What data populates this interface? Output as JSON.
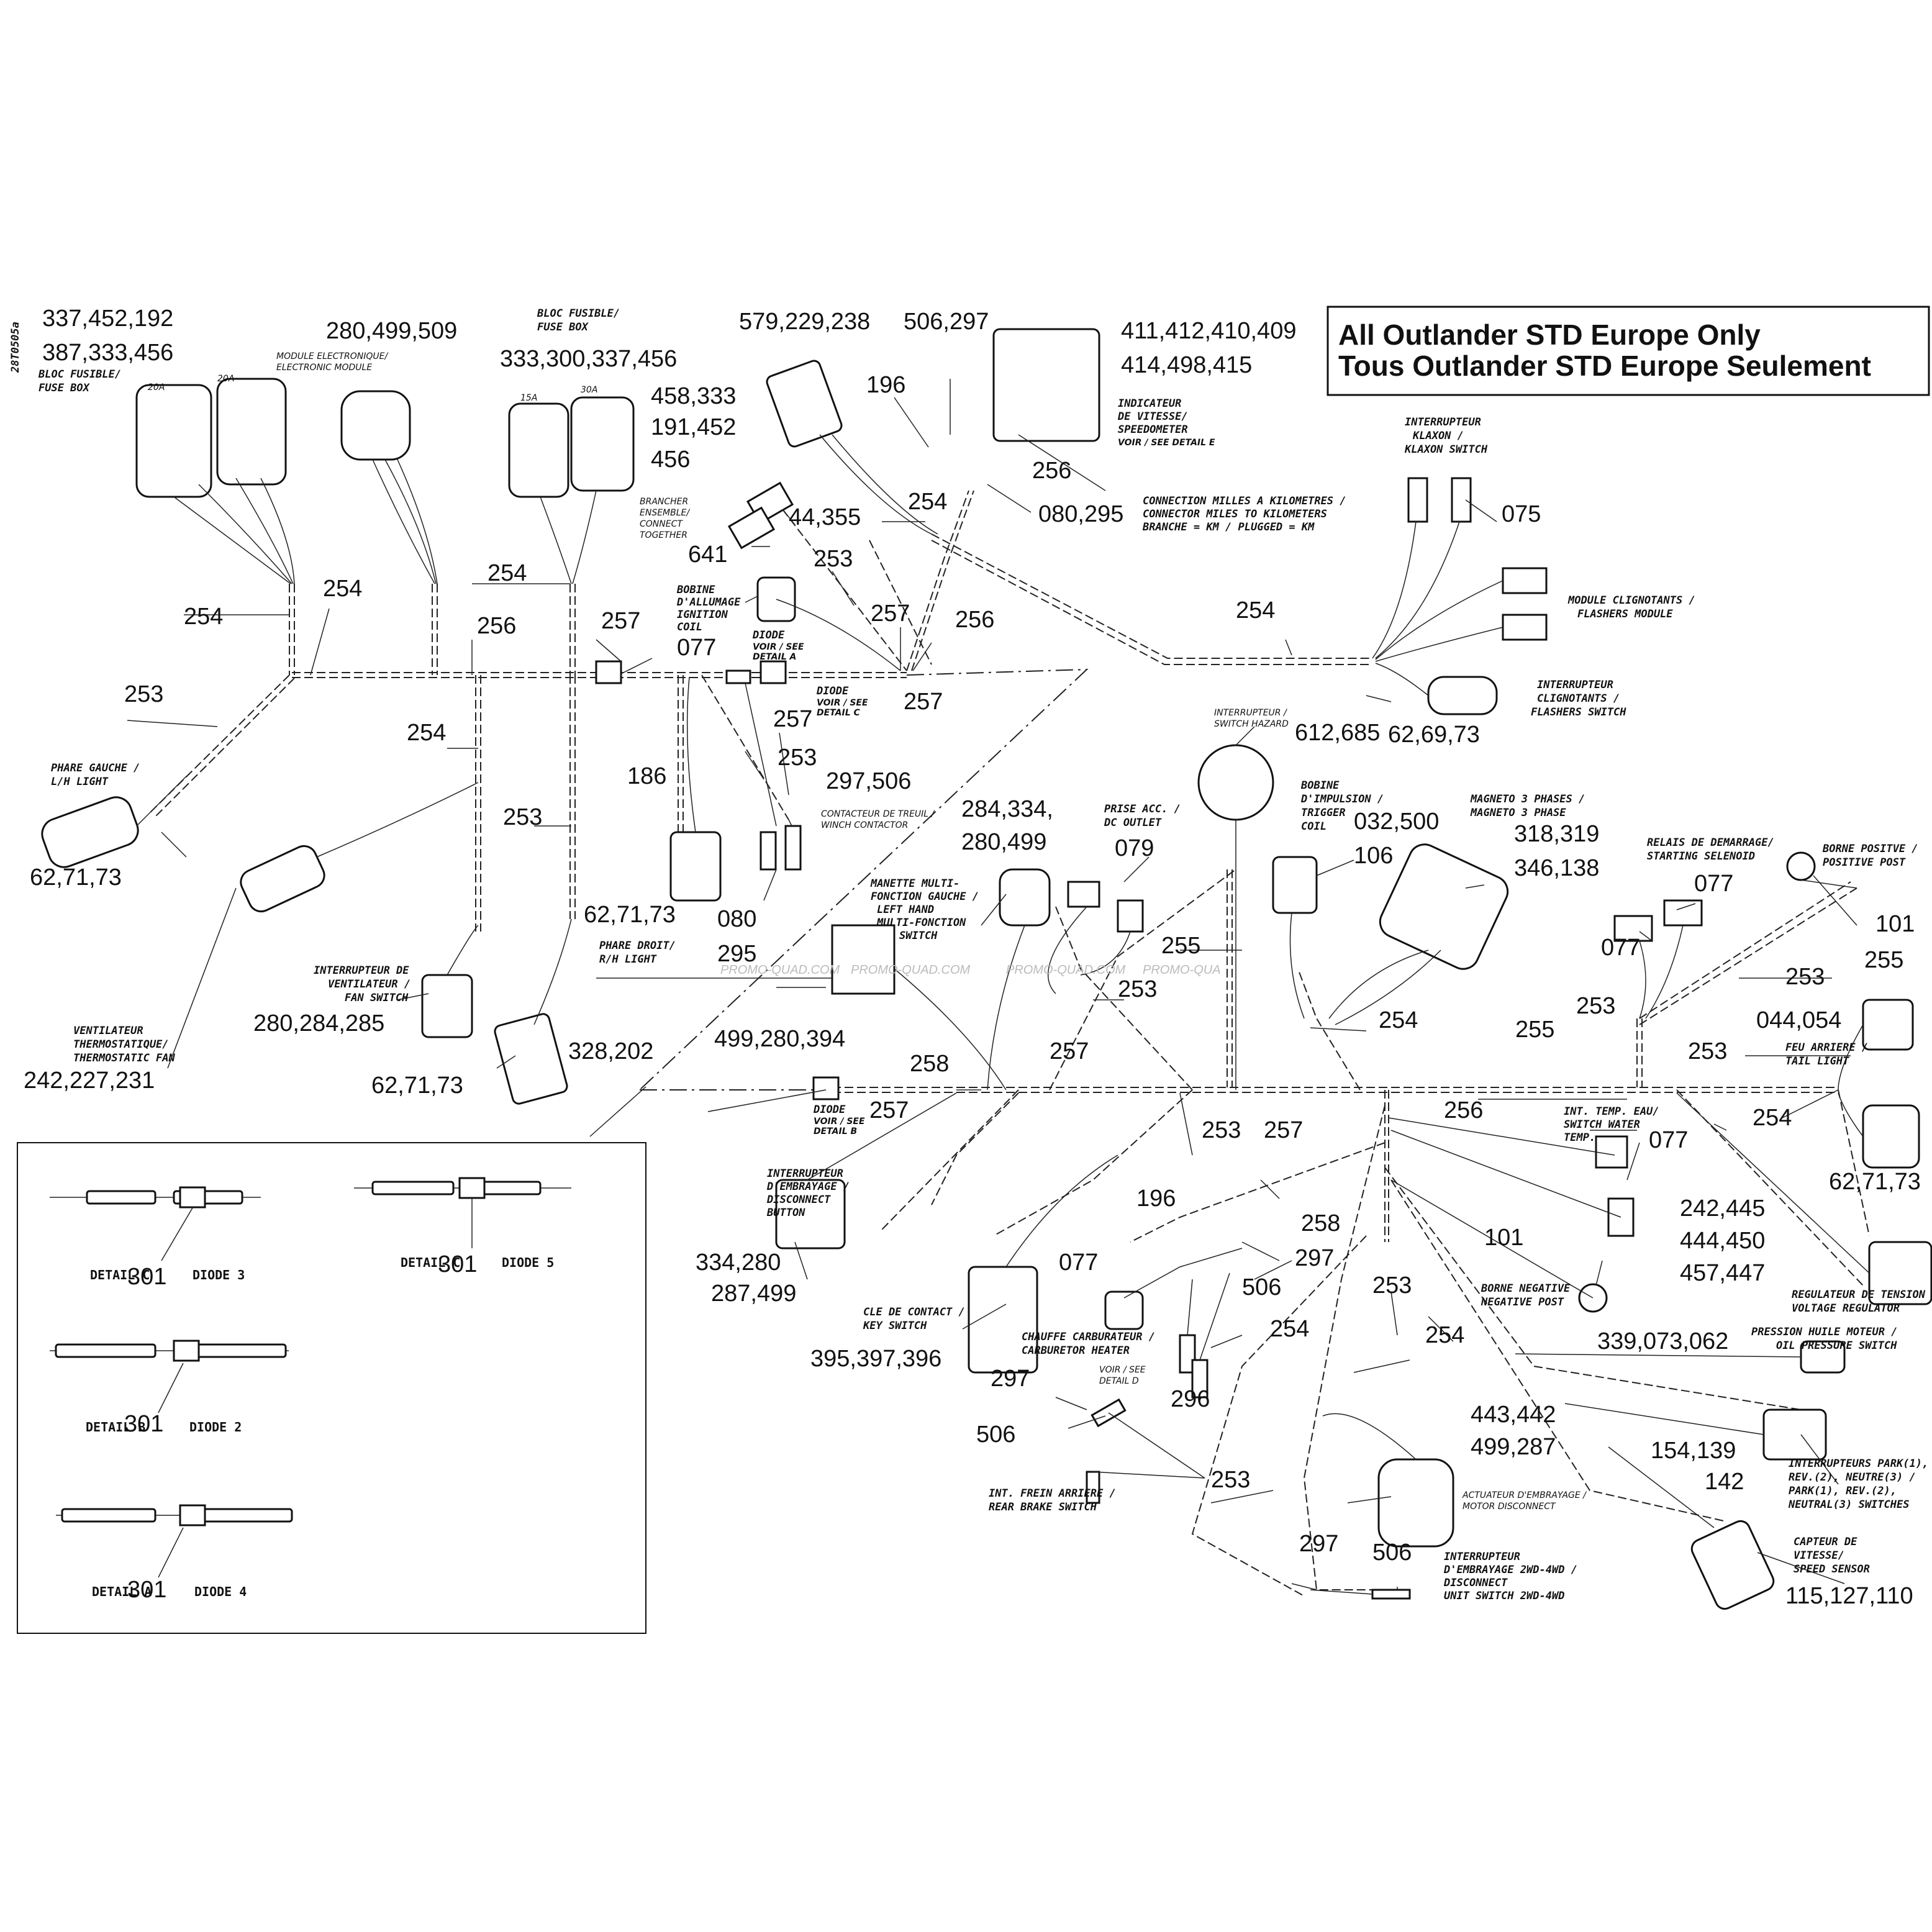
{
  "drawing_id": "28T0505a",
  "title": {
    "line1": "All Outlander STD Europe Only",
    "line2": "Tous Outlander STD Europe Seulement"
  },
  "watermark": [
    "PROMO-QUAD.COM",
    "PROMO-QUAD.COM",
    "PROMO-QUAD.COM",
    "PROMO-QUA"
  ],
  "part_numbers": {
    "p1": "337,452,192",
    "p2": "387,333,456",
    "p3": "280,499,509",
    "p4": "333,300,337,456",
    "p5": "458,333",
    "p6": "191,452",
    "p7": "456",
    "p8": "579,229,238",
    "p9": "506,297",
    "p10": "196",
    "p11": "411,412,410,409",
    "p12": "414,498,415",
    "p13": "256",
    "p14": "254",
    "p15": "44,355",
    "p16": "641",
    "p17": "080,295",
    "p18": "075",
    "p19": "254",
    "p20": "254",
    "p21": "254",
    "p22": "256",
    "p23": "257",
    "p24": "253",
    "p25": "257",
    "p26": "256",
    "p27": "077",
    "p28": "254",
    "p29": "253",
    "p30": "254",
    "p31": "257",
    "p32": "257",
    "p33": "253",
    "p34": "186",
    "p35": "297,506",
    "p36": "62,71,73",
    "p37": "253",
    "p38": "62,71,73",
    "p39": "080",
    "p40": "295",
    "p41": "62,69,73",
    "p42": "612,685",
    "p43": "284,334,",
    "p44": "280,499",
    "p45": "079",
    "p46": "032,500",
    "p47": "106",
    "p48": "318,319",
    "p49": "346,138",
    "p50": "077",
    "p51": "101",
    "p52": "077",
    "p53": "255",
    "p54": "255",
    "p55": "253",
    "p56": "253",
    "p57": "254",
    "p58": "253",
    "p59": "044,054",
    "p60": "253",
    "p61": "255",
    "p62": "280,284,285",
    "p63": "328,202",
    "p64": "499,280,394",
    "p65": "258",
    "p66": "257",
    "p67": "242,227,231",
    "p68": "62,71,73",
    "p69": "257",
    "p70": "256",
    "p71": "254",
    "p72": "077",
    "p73": "62,71,73",
    "p74": "253",
    "p75": "257",
    "p76": "196",
    "p77": "258",
    "p78": "297",
    "p79": "242,445",
    "p80": "444,450",
    "p81": "457,447",
    "p82": "334,280",
    "p83": "287,499",
    "p84": "077",
    "p85": "506",
    "p86": "101",
    "p87": "253",
    "p88": "395,397,396",
    "p89": "254",
    "p90": "254",
    "p91": "339,073,062",
    "p92": "297",
    "p93": "296",
    "p94": "506",
    "p95": "443,442",
    "p96": "499,287",
    "p97": "154,139",
    "p98": "142",
    "p99": "253",
    "p100": "297",
    "p101": "506",
    "p102": "115,127,110",
    "p103": "301",
    "p104": "301",
    "p105": "301",
    "p106": "301"
  },
  "captions": {
    "fuse_box_left": [
      "BLOC FUSIBLE/",
      "FUSE BOX"
    ],
    "fuse_20a_1": "20A",
    "fuse_20a_2": "20A",
    "electronic_module": [
      "MODULE ELECTRONIQUE/",
      "ELECTRONIC MODULE"
    ],
    "fuse_box_mid": [
      "BLOC FUSIBLE/",
      "FUSE BOX"
    ],
    "fuse_15a": "15A",
    "fuse_30a": "30A",
    "speedometer": [
      "INDICATEUR",
      "DE VITESSE/",
      "SPEEDOMETER",
      "VOIR / SEE DETAIL E"
    ],
    "connect_together": [
      "BRANCHER",
      "ENSEMBLE/",
      "CONNECT",
      "TOGETHER"
    ],
    "miles_km": [
      "CONNECTION MILLES A KILOMETRES /",
      "CONNECTOR MILES TO KILOMETERS",
      "BRANCHE = KM / PLUGGED = KM"
    ],
    "klaxon": [
      "INTERRUPTEUR",
      "KLAXON /",
      "KLAXON SWITCH"
    ],
    "flashers_module": [
      "MODULE CLIGNOTANTS /",
      "FLASHERS MODULE"
    ],
    "flashers_switch": [
      "INTERRUPTEUR",
      "CLIGNOTANTS /",
      "FLASHERS SWITCH"
    ],
    "ignition_coil": [
      "BOBINE",
      "D'ALLUMAGE",
      "IGNITION",
      "COIL"
    ],
    "diode_a": [
      "DIODE",
      "VOIR / SEE",
      "DETAIL A"
    ],
    "diode_c": [
      "DIODE",
      "VOIR / SEE",
      "DETAIL C"
    ],
    "lh_light": [
      "PHARE GAUCHE /",
      "L/H LIGHT"
    ],
    "winch": [
      "CONTACTEUR DE TREUIL /",
      "WINCH CONTACTOR"
    ],
    "rh_light": [
      "PHARE DROIT/",
      "R/H LIGHT"
    ],
    "hazard": [
      "INTERRUPTEUR /",
      "SWITCH HAZARD"
    ],
    "trigger_coil": [
      "BOBINE",
      "D'IMPULSION /",
      "TRIGGER",
      "COIL"
    ],
    "magneto": [
      "MAGNETO 3 PHASES /",
      "MAGNETO 3 PHASE"
    ],
    "starting_solenoid": [
      "RELAIS DE DEMARRAGE/",
      "STARTING SELENOID"
    ],
    "positive_post": [
      "BORNE POSITVE /",
      "POSITIVE POST"
    ],
    "multi_switch": [
      "MANETTE MULTI-",
      "FONCTION GAUCHE /",
      "LEFT HAND",
      "MULTI-FONCTION",
      "SWITCH"
    ],
    "dc_outlet": [
      "PRISE ACC. /",
      "DC OUTLET"
    ],
    "fan_switch": [
      "INTERRUPTEUR DE",
      "VENTILATEUR /",
      "FAN SWITCH"
    ],
    "thermostatic_fan": [
      "VENTILATEUR",
      "THERMOSTATIQUE/",
      "THERMOSTATIC FAN"
    ],
    "tail_light": [
      "FEU ARRIERE /",
      "TAIL LIGHT"
    ],
    "diode_b": [
      "DIODE",
      "VOIR / SEE",
      "DETAIL B"
    ],
    "water_temp": [
      "INT. TEMP. EAU/",
      "SWITCH WATER",
      "TEMP."
    ],
    "disconnect_button": [
      "INTERRUPTEUR",
      "D'EMBRAYAGE /",
      "DISCONNECT",
      "BUTTON"
    ],
    "negative_post": [
      "BORNE NEGATIVE",
      "NEGATIVE POST"
    ],
    "voltage_regulator": [
      "REGULATEUR DE TENSION",
      "VOLTAGE REGULATOR"
    ],
    "key_switch": [
      "CLE DE CONTACT /",
      "KEY SWITCH"
    ],
    "carburetor_heater": [
      "CHAUFFE CARBURATEUR /",
      "CARBURETOR HEATER"
    ],
    "detail_d": [
      "VOIR / SEE",
      "DETAIL D"
    ],
    "oil_pressure": [
      "PRESSION HUILE MOTEUR /",
      "OIL PRESSURE SWITCH"
    ],
    "motor_disconnect": [
      "ACTUATEUR D'EMBRAYAGE /",
      "MOTOR DISCONNECT"
    ],
    "park_switches": [
      "INTERRUPTEURS PARK(1),",
      "REV.(2), NEUTRE(3) /",
      "PARK(1), REV.(2),",
      "NEUTRAL(3) SWITCHES"
    ],
    "rear_brake": [
      "INT. FREIN ARRIERE /",
      "REAR BRAKE SWITCH"
    ],
    "unit_switch": [
      "INTERRUPTEUR",
      "D'EMBRAYAGE 2WD-4WD /",
      "DISCONNECT",
      "UNIT SWITCH 2WD-4WD"
    ],
    "speed_sensor": [
      "CAPTEUR DE",
      "VITESSE/",
      "SPEED SENSOR"
    ]
  },
  "details": {
    "detail_c3": {
      "label": "DETAIL C",
      "diode": "DIODE 3"
    },
    "detail_c5": {
      "label": "DETAIL C",
      "diode": "DIODE 5"
    },
    "detail_b2": {
      "label": "DETAIL B",
      "diode": "DIODE 2"
    },
    "detail_a4": {
      "label": "DETAIL A",
      "diode": "DIODE 4"
    }
  }
}
